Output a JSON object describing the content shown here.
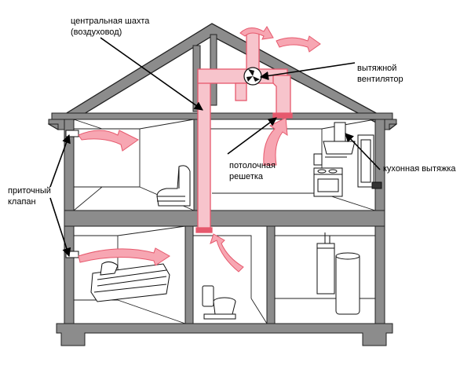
{
  "labels": {
    "central_shaft": [
      "центральная шахта",
      "(воздуховод)"
    ],
    "exhaust_fan": [
      "вытяжной",
      "вентилятор"
    ],
    "ceiling_grille": [
      "потолочная",
      "решетка"
    ],
    "kitchen_hood": [
      "кухонная вытяжка"
    ],
    "supply_valve": [
      "приточный",
      "клапан"
    ]
  },
  "colors": {
    "wall": "#8c8c8c",
    "wall_stroke": "#222222",
    "floor_hatch": "#d0d0d0",
    "duct": "#f7c4cc",
    "duct_stroke": "#e6596d",
    "airflow": "#ef6f80",
    "line": "#000000"
  },
  "icons": [
    "fan-icon",
    "bed-icon",
    "sofa-icon",
    "toilet-icon",
    "stove-icon",
    "range-hood-icon",
    "boiler-icon",
    "supply-valve-icon"
  ]
}
